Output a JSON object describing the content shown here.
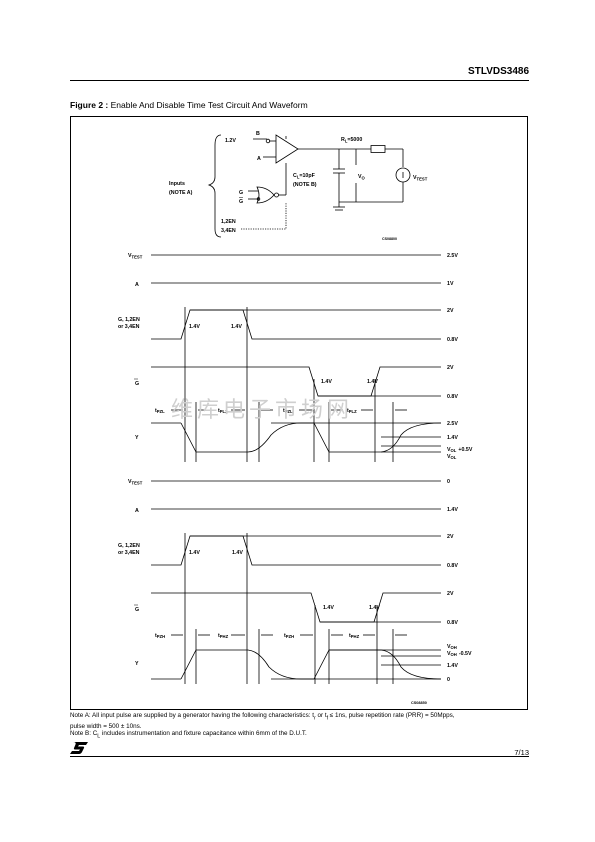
{
  "header": {
    "part_number": "STLVDS3486"
  },
  "figure": {
    "label": "Figure 2 :",
    "title": "Enable And Disable Time Test Circuit And Waveform"
  },
  "circuit": {
    "v_in": "1.2V",
    "pin_b": "B",
    "pin_a": "A",
    "inputs": "Inputs",
    "note_a": "(NOTE A)",
    "g": "G",
    "g_bar": "G",
    "en1": "1,2EN",
    "en2": "3,4EN",
    "rl": "R",
    "rl_sub": "L",
    "rl_val": "=5000",
    "cl": "C",
    "cl_sub": "L",
    "cl_val": "=10pF",
    "note_b": "(NOTE B)",
    "vo": "V",
    "vo_sub": "O",
    "vtest": "V",
    "vtest_sub": "TEST",
    "code": "CS08800"
  },
  "waveform1": {
    "vtest_label": "V",
    "vtest_sub": "TEST",
    "vtest_val": "2.5V",
    "a_label": "A",
    "a_val": "1V",
    "g_label1": "G, 1,2EN",
    "g_label2": "or 3,4EN",
    "g_hi": "2V",
    "g_lo": "0.8V",
    "g_t1": "1.4V",
    "g_t2": "1.4V",
    "gbar_label": "G",
    "gbar_hi": "2V",
    "gbar_lo": "0.8V",
    "gbar_t1": "1.4V",
    "gbar_t2": "1.4V",
    "t1": "t",
    "t1_sub": "PZL",
    "t2": "t",
    "t2_sub": "PLZ",
    "t3": "t",
    "t3_sub": "PZL",
    "t4": "t",
    "t4_sub": "PLZ",
    "y_label": "Y",
    "y_v1": "2.5V",
    "y_v2": "1.4V",
    "y_v3": "V",
    "y_v3_sub": "OL",
    "y_v3_extra": "+0.5V",
    "y_v4": "V",
    "y_v4_sub": "OL"
  },
  "waveform2": {
    "vtest_label": "V",
    "vtest_sub": "TEST",
    "vtest_val": "0",
    "a_label": "A",
    "a_val": "1.4V",
    "g_label1": "G, 1,2EN",
    "g_label2": "or 3,4EN",
    "g_hi": "2V",
    "g_lo": "0.8V",
    "g_t1": "1.4V",
    "g_t2": "1.4V",
    "gbar_label": "G",
    "gbar_hi": "2V",
    "gbar_lo": "0.8V",
    "gbar_t1": "1.4V",
    "gbar_t2": "1.4V",
    "t1": "t",
    "t1_sub": "PZH",
    "t2": "t",
    "t2_sub": "PHZ",
    "t3": "t",
    "t3_sub": "PZH",
    "t4": "t",
    "t4_sub": "PHZ",
    "y_label": "Y",
    "y_v1": "V",
    "y_v1_sub": "OH",
    "y_v2": "V",
    "y_v2_sub": "OH",
    "y_v2_extra": "-0.5V",
    "y_v3": "1.4V",
    "y_v4": "0",
    "code": "CS08850"
  },
  "watermark": "维库电子市场网",
  "notes": {
    "a_line1": "Note A: All input pulse are supplied by a generator having the following characteristics: t",
    "a_r": "r",
    "a_or": " or t",
    "a_f": "f",
    "a_rest": " ≤ 1ns, pulse repetition rate (PRR) = 50Mpps,",
    "a_line2": "pulse width = 500 ± 10ns.",
    "b_pre": "Note B: C",
    "b_sub": "L",
    "b_rest": " includes instrumentation and fixture capacitance within 6mm of the D.U.T."
  },
  "footer": {
    "page": "7/13",
    "logo": "ST"
  }
}
